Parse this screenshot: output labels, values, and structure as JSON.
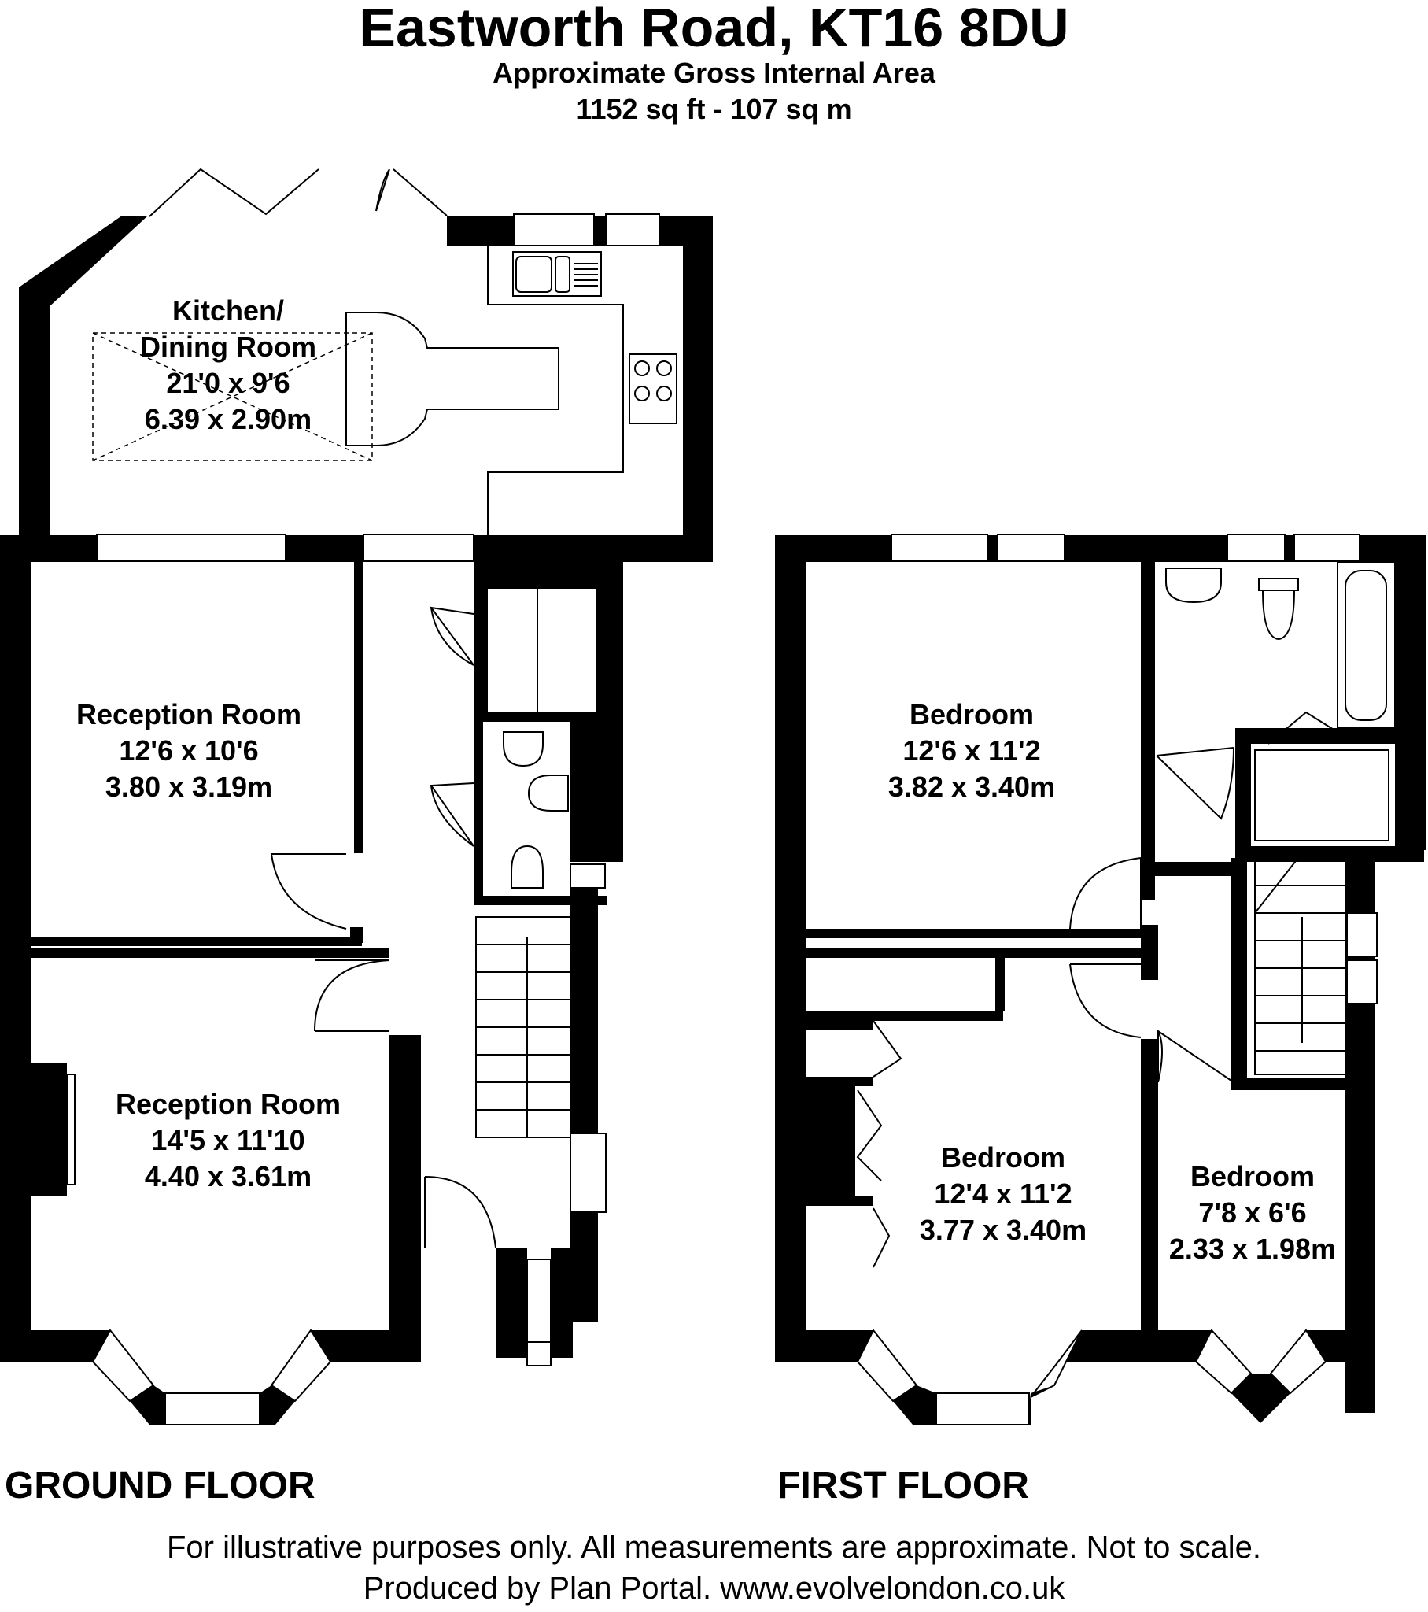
{
  "header": {
    "title": "Eastworth Road, KT16 8DU",
    "area_label": "Approximate Gross Internal Area",
    "area_value": "1152 sq ft - 107 sq m"
  },
  "ground_floor": {
    "label": "GROUND FLOOR",
    "rooms": [
      {
        "name": "Kitchen/",
        "name2": "Dining Room",
        "imperial": "21'0 x 9'6",
        "metric": "6.39 x 2.90m"
      },
      {
        "name": "Reception Room",
        "imperial": "12'6 x 10'6",
        "metric": "3.80 x 3.19m"
      },
      {
        "name": "Reception Room",
        "imperial": "14'5 x 11'10",
        "metric": "4.40 x 3.61m"
      }
    ]
  },
  "first_floor": {
    "label": "FIRST FLOOR",
    "rooms": [
      {
        "name": "Bedroom",
        "imperial": "12'6 x 11'2",
        "metric": "3.82 x 3.40m"
      },
      {
        "name": "Bedroom",
        "imperial": "12'4 x 11'2",
        "metric": "3.77 x 3.40m"
      },
      {
        "name": "Bedroom",
        "imperial": "7'8 x 6'6",
        "metric": "2.33 x 1.98m"
      }
    ]
  },
  "footer": {
    "line1": "For illustrative purposes only. All measurements are approximate. Not to scale.",
    "line2": "Produced by Plan Portal. www.evolvelondon.co.uk"
  }
}
